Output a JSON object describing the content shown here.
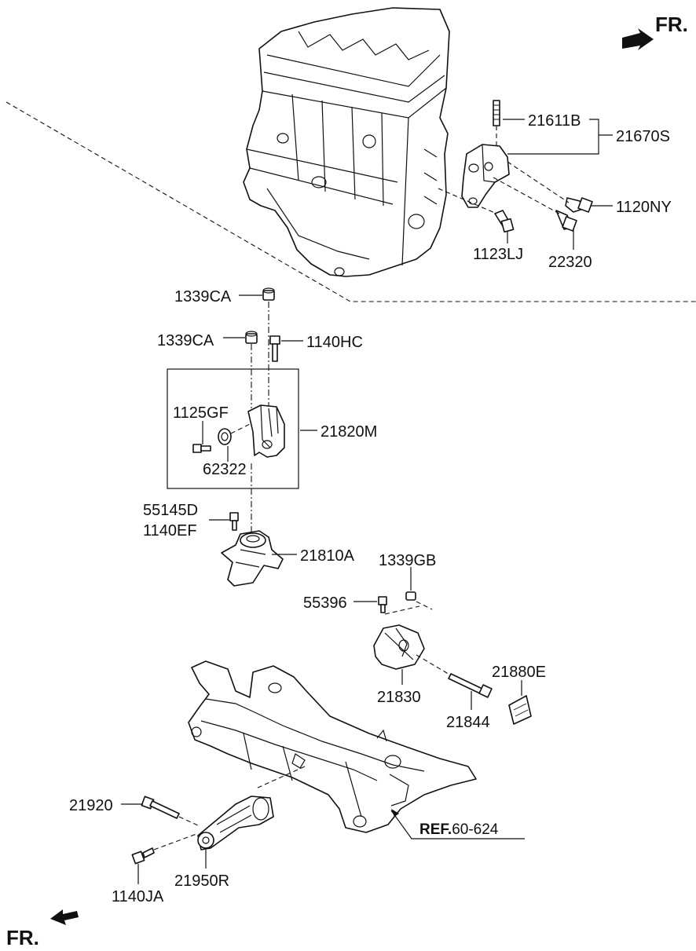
{
  "direction": {
    "top": "FR.",
    "bottom": "FR."
  },
  "labels": {
    "p21611B": "21611B",
    "p21670S": "21670S",
    "p1120NY": "1120NY",
    "p1123LJ": "1123LJ",
    "p22320": "22320",
    "p1339CA_a": "1339CA",
    "p1339CA_b": "1339CA",
    "p1140HC": "1140HC",
    "p1125GF": "1125GF",
    "p21820M": "21820M",
    "p62322": "62322",
    "p55145D": "55145D",
    "p1140EF": "1140EF",
    "p21810A": "21810A",
    "p1339GB": "1339GB",
    "p55396": "55396",
    "p21830": "21830",
    "p21880E": "21880E",
    "p21844": "21844",
    "p21920": "21920",
    "p21950R": "21950R",
    "p1140JA": "1140JA"
  },
  "reference": {
    "prefix": "REF.",
    "code": "60-624"
  }
}
